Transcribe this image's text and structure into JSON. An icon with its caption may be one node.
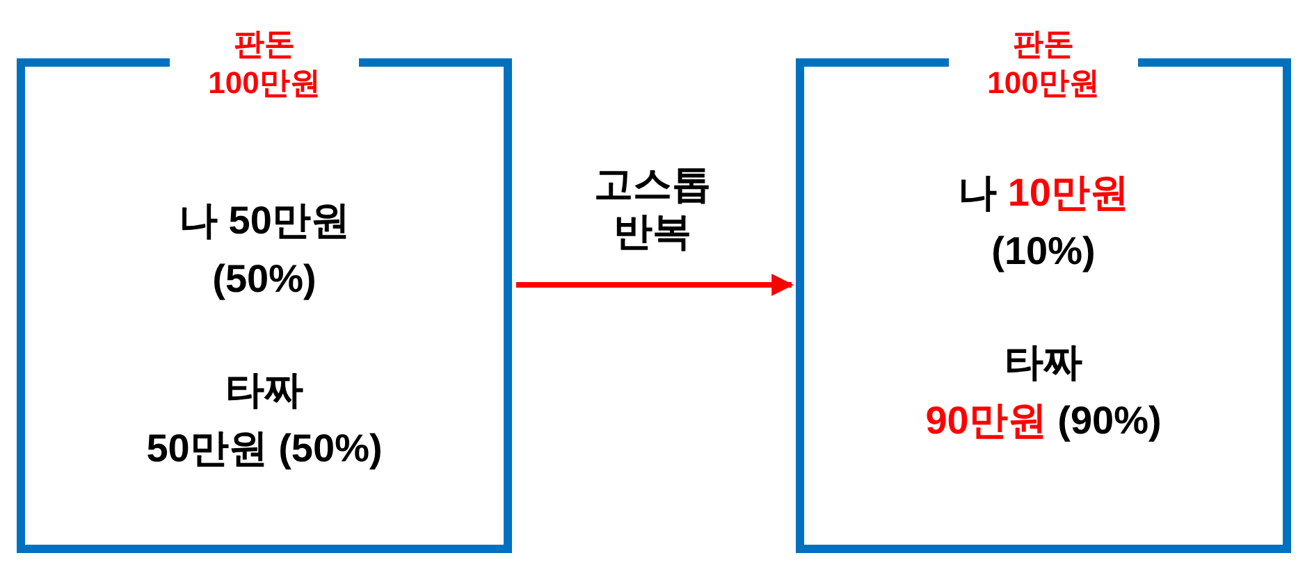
{
  "diagram": {
    "nodes": [
      {
        "text": [
          "판돈 100만원",
          "나 50만원 (50%)",
          "타짜 50만원 (50%)"
        ]
      },
      {
        "text": [
          "판돈 100만원",
          "나 **10만원** (10%)",
          "타짜 **90만원** (90%)"
        ]
      }
    ],
    "edges": [
      {
        "from": 0,
        "to": 1,
        "arrow": "to",
        "label": "고스톱 반복",
        "color": "#ff0000"
      }
    ]
  }
}
